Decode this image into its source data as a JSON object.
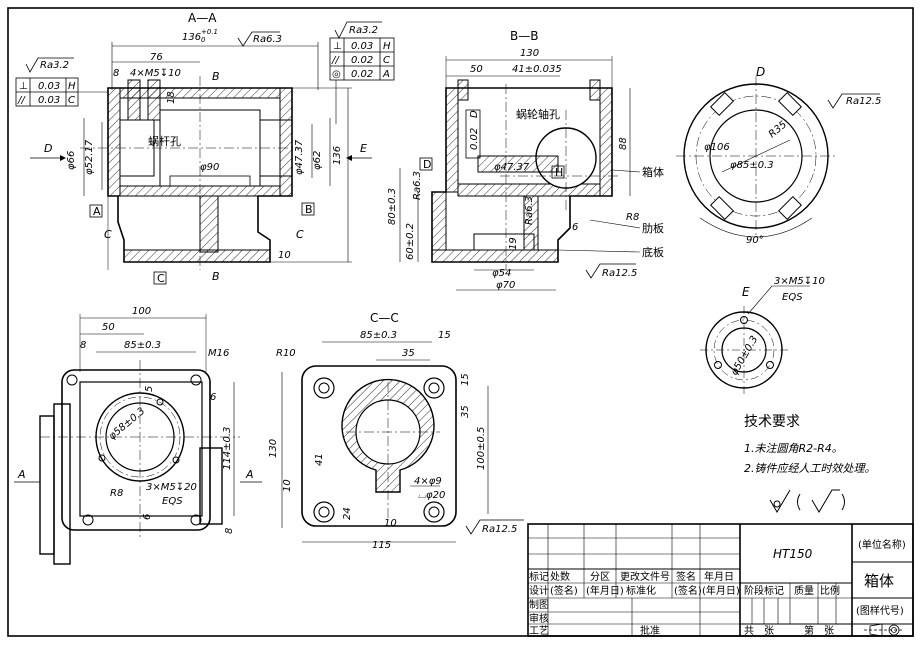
{
  "views": {
    "aa": {
      "title": "A—A",
      "dims": [
        "136",
        "+0.1",
        "0",
        "Ra6.3",
        "76",
        "4×M5↧10",
        "8",
        "18",
        "φ52.17",
        "φ66",
        "φ90",
        "φ47.37",
        "φ62",
        "136",
        "10",
        "蜗杆孔"
      ],
      "markers": [
        "A",
        "B",
        "B",
        "C",
        "C",
        "C",
        "B",
        "D",
        "E"
      ]
    },
    "bb": {
      "title": "B—B",
      "dims": [
        "130",
        "50",
        "41±0.035",
        "88",
        "80±0.3",
        "60±0.2",
        "φ47.37",
        "Ra6.3",
        "Ra6.3",
        "19",
        "6",
        "R8",
        "φ54",
        "φ70",
        "Ra12.5",
        "0.02",
        "D"
      ],
      "labels": [
        "蜗轮轴孔",
        "箱体",
        "肋板",
        "底板"
      ],
      "markers": [
        "D",
        "H"
      ]
    },
    "d": {
      "title": "D",
      "dims": [
        "φ106",
        "φ85±0.3",
        "R35",
        "90°",
        "Ra12.5"
      ]
    },
    "e": {
      "title": "E",
      "dims": [
        "3×M5↧10",
        "EQS",
        "φ50±0.3"
      ]
    },
    "left": {
      "dims": [
        "100",
        "50",
        "8",
        "85±0.3",
        "M16",
        "5",
        "6",
        "φ58±0.3",
        "114±0.3",
        "3×M5↧20",
        "EQS",
        "R8",
        "6",
        "8"
      ],
      "markers": [
        "A",
        "A"
      ]
    },
    "cc": {
      "title": "C—C",
      "dims": [
        "85±0.3",
        "15",
        "R10",
        "35",
        "15",
        "35",
        "130",
        "100±0.5",
        "41",
        "10",
        "4×φ9",
        "⌴φ20",
        "24",
        "10",
        "115",
        "Ra12.5"
      ]
    }
  },
  "tolerance_left": {
    "ra": "Ra3.2",
    "rows": [
      {
        "sym": "⊥",
        "val": "0.03",
        "ref": "H"
      },
      {
        "sym": "//",
        "val": "0.03",
        "ref": "C"
      }
    ]
  },
  "tolerance_top": {
    "ra": "Ra3.2",
    "rows": [
      {
        "sym": "⊥",
        "val": "0.03",
        "ref": "H"
      },
      {
        "sym": "//",
        "val": "0.02",
        "ref": "C"
      },
      {
        "sym": "◎",
        "val": "0.02",
        "ref": "A"
      }
    ]
  },
  "tech": {
    "title": "技术要求",
    "lines": [
      "1.未注圆角R2-R4。",
      "2.铸件应经人工时效处理。"
    ]
  },
  "title_block": {
    "material": "HT150",
    "org": "(单位名称)",
    "part_name": "箱体",
    "drawing_no": "(图样代号)",
    "row1": [
      "标记",
      "处数",
      "分区",
      "更改文件号",
      "签名",
      "年月日"
    ],
    "row2": [
      "设计",
      "(签名)",
      "(年月日)",
      "标准化",
      "(签名)",
      "(年月日)"
    ],
    "left_labels": [
      "制图",
      "审核",
      "工艺"
    ],
    "approve": "批准",
    "stage": "阶段标记",
    "weight": "质量",
    "scale": "比例",
    "total": "共",
    "sheet": "第",
    "zhang1": "张",
    "zhang2": "张"
  }
}
